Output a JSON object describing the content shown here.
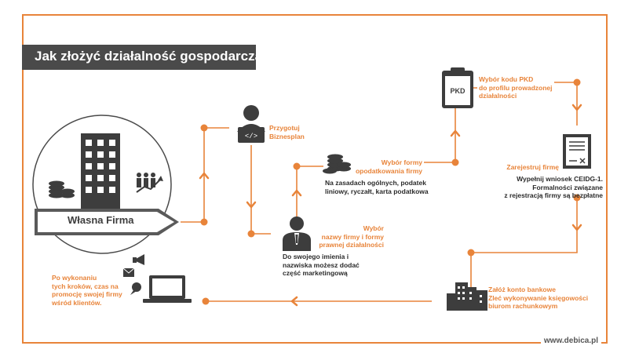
{
  "title": "Jak złożyć działalność gospodarczą?",
  "website": "www.debica.pl",
  "colors": {
    "accent": "#e8843a",
    "dark": "#4a4a4a",
    "icon": "#3d3d3d"
  },
  "company": {
    "label": "Własna Firma"
  },
  "steps": {
    "biznesplan": {
      "title": "Przygotuj\nBiznesplan",
      "icon": "laptop-person-icon"
    },
    "nazwa": {
      "title": "Wybór\nnazwy firmy i formy\nprawnej działalności",
      "desc": "Do swojego imienia i\nnazwiska możesz dodać\nczęść marketingową",
      "icon": "businessman-icon"
    },
    "opodatkowanie": {
      "title": "Wybór formy\nopodatkowania firmy",
      "desc": "Na zasadach ogólnych, podatek\nliniowy, ryczałt, karta podatkowa",
      "icon": "coins-icon"
    },
    "pkd": {
      "title": "Wybór kodu PKD\ndo profilu prowadzonej\ndziałalności",
      "icon": "clipboard-pkd-icon",
      "icon_text": "PKD"
    },
    "rejestracja": {
      "title": "Zarejestruj firmę",
      "desc": "Wypełnij wniosek CEIDG-1.\nFormalności związane\nz rejestracją firmy są bezpłatne",
      "icon": "document-icon"
    },
    "bank": {
      "title": "Załóż konto bankowe\nZleć wykonywanie księgowości\nbiurom rachunkowym",
      "icon": "buildings-icon"
    },
    "promocja": {
      "title": "Po wykonaniu\ntych kroków, czas na\npromocję swojej firmy\nwśród klientów.",
      "icon": "laptop-promotion-icon"
    }
  }
}
